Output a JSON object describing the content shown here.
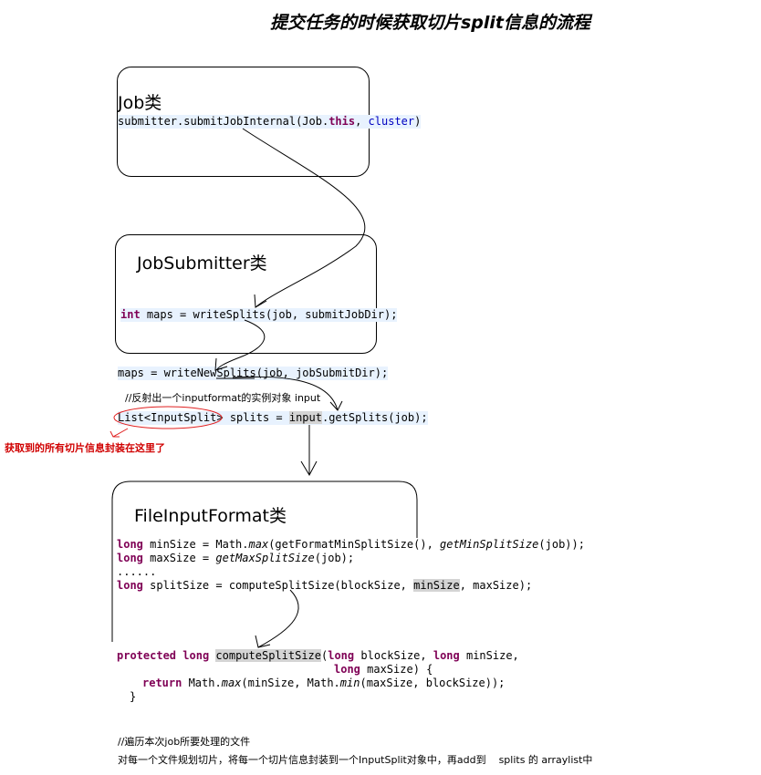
{
  "title": "提交任务的时候获取切片split信息的流程",
  "job_box": {
    "heading": "Job类",
    "code": {
      "pre": "submitter.submitJobInternal(Job.",
      "kw_this": "this",
      "sep": ", ",
      "cluster": "cluster",
      "post": ")"
    }
  },
  "submitter_box": {
    "heading": "JobSubmitter类",
    "code": {
      "kw_int": "int",
      "rest": " maps = writeSplits(job, submitJobDir);"
    }
  },
  "middle": {
    "line1": "maps = writeNewSplits(job, jobSubmitDir);",
    "comment": "//反射出一个inputformat的实例对象 input",
    "list_type": "List<InputSplit>",
    "splits_mid": " splits = ",
    "input_var": "input",
    "splits_end": ".getSplits(job);",
    "annotation": "获取到的所有切片信息封装在这里了"
  },
  "fif_box": {
    "heading": "FileInputFormat类",
    "lines": {
      "l1_kw": "long",
      "l1_a": " minSize = Math.",
      "l1_max": "max",
      "l1_b": "(getFormatMinSplitSize(), ",
      "l1_get": "getMinSplitSize",
      "l1_c": "(job));",
      "l2_kw": "long",
      "l2_a": " maxSize = ",
      "l2_get": "getMaxSplitSize",
      "l2_b": "(job);",
      "l3": "......",
      "l4_kw": "long",
      "l4_a": " splitSize = computeSplitSize(blockSize, ",
      "l4_min": "minSize",
      "l4_b": ", maxSize);"
    }
  },
  "method": {
    "kw_protected": "protected",
    "kw_long1": "long",
    "name": "computeSplitSize",
    "p1_open": "(",
    "kw_long2": "long",
    "p1_block": " blockSize, ",
    "kw_long3": "long",
    "p1_min": " minSize,",
    "kw_long4": "long",
    "p2_max": " maxSize) {",
    "kw_return": "return",
    "r_a": " Math.",
    "r_max": "max",
    "r_b": "(minSize, Math.",
    "r_min": "min",
    "r_c": "(maxSize, blockSize));",
    "close": "}"
  },
  "footer": {
    "comment": "//遍历本次job所要处理的文件",
    "desc": "对每一个文件规划切片，将每一个切片信息封装到一个InputSplit对象中，再add到    splits 的 arraylist中"
  }
}
